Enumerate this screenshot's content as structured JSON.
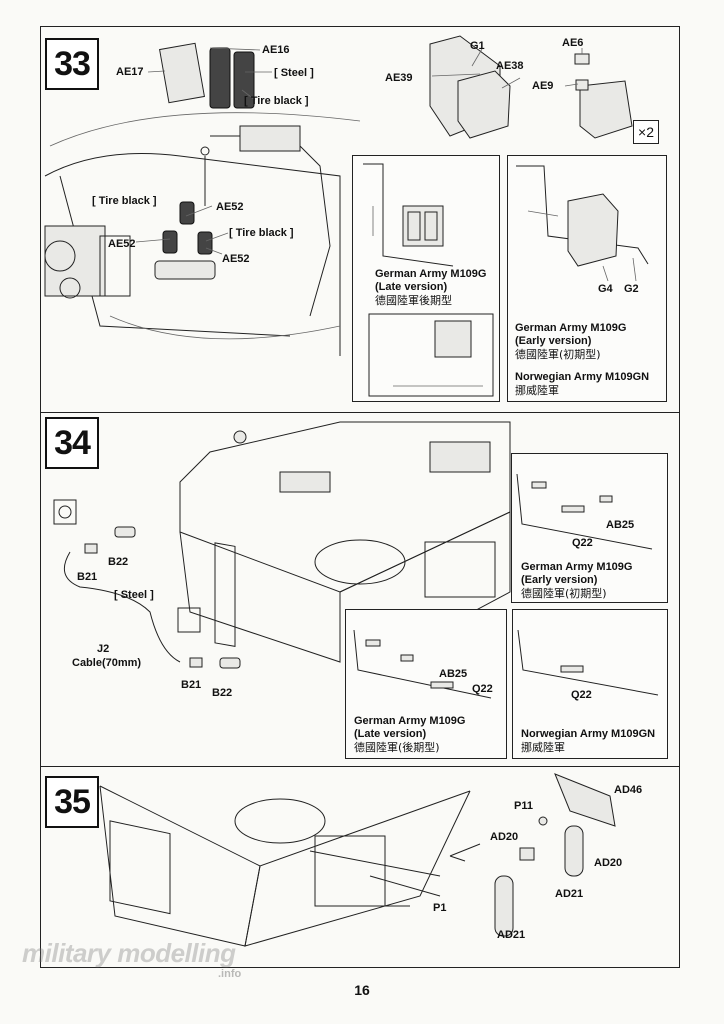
{
  "page_number": "16",
  "watermark": {
    "main": "military modelling",
    "sub": ".info"
  },
  "step33": {
    "number": "33",
    "labels": {
      "ae16": "AE16",
      "ae17": "AE17",
      "steel": "[ Steel ]",
      "tire_black_top": "[ Tire black ]",
      "tire_black_left": "[ Tire black ]",
      "ae52_a": "AE52",
      "ae52_b": "AE52",
      "ae52_c": "AE52",
      "tire_black_mid": "[ Tire black ]",
      "g1": "G1",
      "ae39": "AE39",
      "ae38": "AE38",
      "ae6": "AE6",
      "ae9": "AE9",
      "times2": "×2"
    },
    "inset_late": {
      "line1": "German Army M109G",
      "line2": "(Late version)",
      "line3": "德國陸軍後期型"
    },
    "inset_early": {
      "g4": "G4",
      "g2": "G2",
      "line1": "German Army M109G",
      "line2": "(Early version)",
      "line3": "德國陸軍(初期型)",
      "line4": "Norwegian Army M109GN",
      "line5": "挪威陸軍"
    }
  },
  "step34": {
    "number": "34",
    "labels": {
      "b22_top": "B22",
      "b21_top": "B21",
      "steel": "[ Steel ]",
      "j2": "J2",
      "cable": "Cable(70mm)",
      "b21_bottom": "B21",
      "b22_bottom": "B22"
    },
    "inset_early": {
      "ab25": "AB25",
      "q22": "Q22",
      "line1": "German Army M109G",
      "line2": "(Early version)",
      "line3": "德國陸軍(初期型)"
    },
    "inset_late": {
      "ab25": "AB25",
      "q22": "Q22",
      "line1": "German Army M109G",
      "line2": "(Late version)",
      "line3": "德國陸軍(後期型)"
    },
    "inset_norway": {
      "q22": "Q22",
      "line1": "Norwegian Army M109GN",
      "line2": "挪威陸軍"
    }
  },
  "step35": {
    "number": "35",
    "labels": {
      "p11": "P11",
      "ad46": "AD46",
      "ad20_left": "AD20",
      "ad20_right": "AD20",
      "ad21_mid": "AD21",
      "ad21_bottom": "AD21",
      "p1": "P1"
    }
  }
}
